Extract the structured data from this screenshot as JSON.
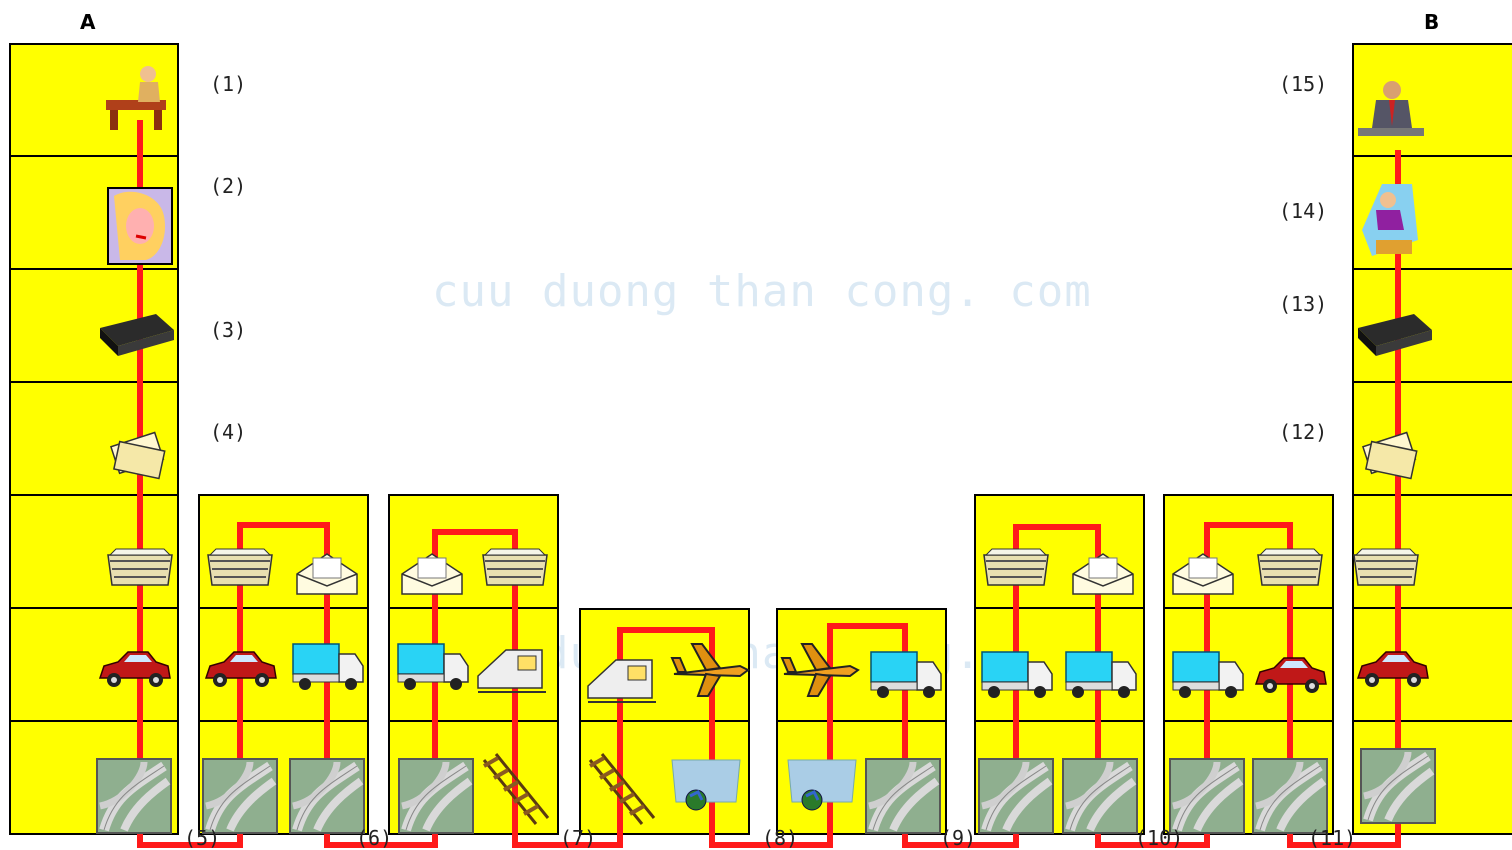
{
  "endpoints": {
    "left": "A",
    "right": "B"
  },
  "watermark": "cuu duong than cong. com",
  "steps": {
    "s1": "(1)",
    "s2": "(2)",
    "s3": "(3)",
    "s4": "(4)",
    "s5": "(5)",
    "s6": "(6)",
    "s7": "(7)",
    "s8": "(8)",
    "s9": "(9)",
    "s10": "(10)",
    "s11": "(11)",
    "s12": "(12)",
    "s13": "(13)",
    "s14": "(14)",
    "s15": "(15)"
  },
  "colors": {
    "panel": "#ffff00",
    "border": "#000000",
    "path": "#ff1a1a"
  },
  "icons": {
    "left_column": [
      "sender-at-desk-icon",
      "secretary-icon",
      "briefcase-icon",
      "letter-icon",
      "mail-tray-icon",
      "car-icon",
      "road-icon"
    ],
    "right_column": [
      "receiver-at-desk-icon",
      "secretary-icon",
      "briefcase-icon",
      "letter-icon",
      "mail-tray-icon",
      "car-icon",
      "road-icon"
    ]
  }
}
